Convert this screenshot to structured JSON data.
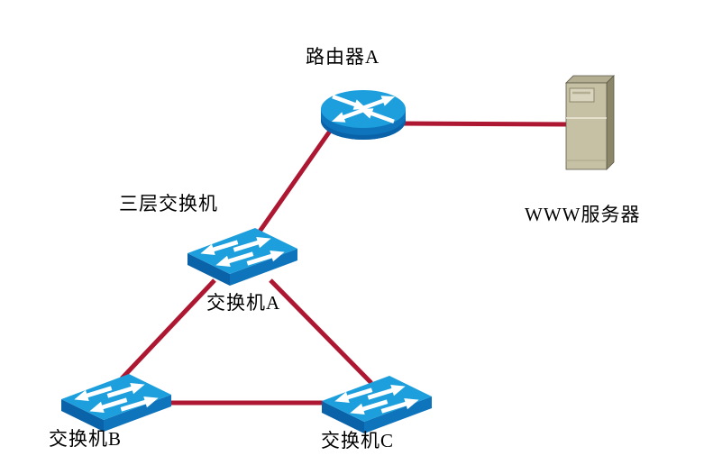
{
  "diagram": {
    "type": "network-topology",
    "nodes": [
      {
        "id": "router-a",
        "type": "router",
        "label": "路由器A"
      },
      {
        "id": "www-server",
        "type": "server",
        "label": "WWW服务器"
      },
      {
        "id": "switch-a",
        "type": "layer3-switch",
        "label": "交换机A",
        "annotation": "三层交换机"
      },
      {
        "id": "switch-b",
        "type": "switch",
        "label": "交换机B"
      },
      {
        "id": "switch-c",
        "type": "switch",
        "label": "交换机C"
      }
    ],
    "edges": [
      {
        "from": "router-a",
        "to": "www-server"
      },
      {
        "from": "router-a",
        "to": "switch-a"
      },
      {
        "from": "switch-a",
        "to": "switch-b"
      },
      {
        "from": "switch-a",
        "to": "switch-c"
      },
      {
        "from": "switch-b",
        "to": "switch-c"
      }
    ],
    "colors": {
      "link": "#AE1732",
      "device_top": "#1C9FDC",
      "device_front": "#0E74BC",
      "device_side": "#0A62A8",
      "arrow": "#FFFFFF",
      "server_front": "#C6C0A5",
      "server_side": "#8C8669",
      "server_top": "#B3AD92",
      "label_text": "#000000",
      "background": "#FFFFFF"
    }
  }
}
